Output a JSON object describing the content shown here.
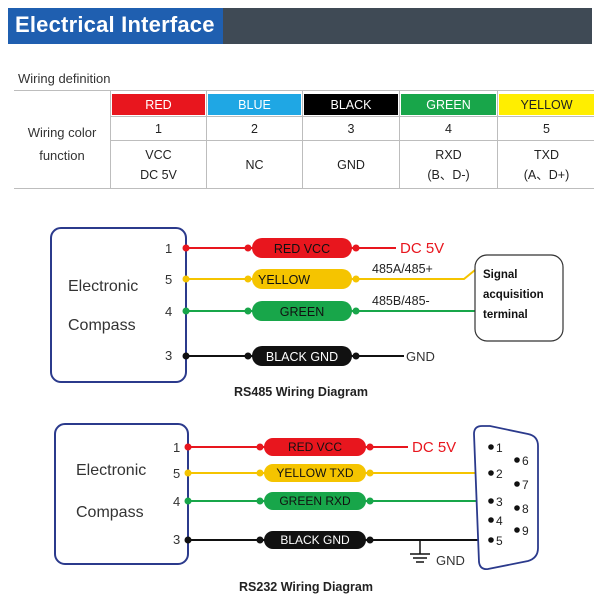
{
  "header": {
    "title": "Electrical Interface"
  },
  "wiring_definition": {
    "label": "Wiring definition",
    "row_label_1": "Wiring color",
    "row_label_2": "function",
    "colors": [
      {
        "name": "RED",
        "hex": "#e8161e",
        "text_color": "#ffffff"
      },
      {
        "name": "BLUE",
        "hex": "#1fa7e4",
        "text_color": "#ffffff"
      },
      {
        "name": "BLACK",
        "hex": "#000000",
        "text_color": "#ffffff"
      },
      {
        "name": "GREEN",
        "hex": "#18a64a",
        "text_color": "#ffffff"
      },
      {
        "name": "YELLOW",
        "hex": "#ffee00",
        "text_color": "#222222"
      }
    ],
    "numbers": [
      "1",
      "2",
      "3",
      "4",
      "5"
    ],
    "functions": [
      {
        "line1": "VCC",
        "line2": "DC 5V"
      },
      {
        "line1": "NC",
        "line2": ""
      },
      {
        "line1": "GND",
        "line2": ""
      },
      {
        "line1": "RXD",
        "line2": "(B、D-)"
      },
      {
        "line1": "TXD",
        "line2": "(A、D+)"
      }
    ]
  },
  "rs485": {
    "device_line1": "Electronic",
    "device_line2": "Compass",
    "pins": [
      "1",
      "5",
      "4",
      "3"
    ],
    "wires": [
      "RED VCC",
      "YELLOW",
      "GREEN",
      "BLACK GND"
    ],
    "dc_label": "DC 5V",
    "a_label": "485A/485+",
    "b_label": "485B/485-",
    "gnd_label": "GND",
    "terminal_line1": "Signal",
    "terminal_line2": "acquisition",
    "terminal_line3": "terminal",
    "caption": "RS485 Wiring Diagram"
  },
  "rs232": {
    "device_line1": "Electronic",
    "device_line2": "Compass",
    "pins": [
      "1",
      "5",
      "4",
      "3"
    ],
    "wires": [
      "RED VCC",
      "YELLOW TXD",
      "GREEN RXD",
      "BLACK GND"
    ],
    "dc_label": "DC 5V",
    "gnd_label": "GND",
    "db9_pins": [
      "1",
      "2",
      "3",
      "4",
      "5",
      "6",
      "7",
      "8",
      "9"
    ],
    "caption": "RS232 Wiring Diagram"
  },
  "wire_colors": {
    "red": "#e8161e",
    "yellow": "#f5c400",
    "green": "#18a64a",
    "black": "#111111",
    "box": "#2b3a8c"
  }
}
